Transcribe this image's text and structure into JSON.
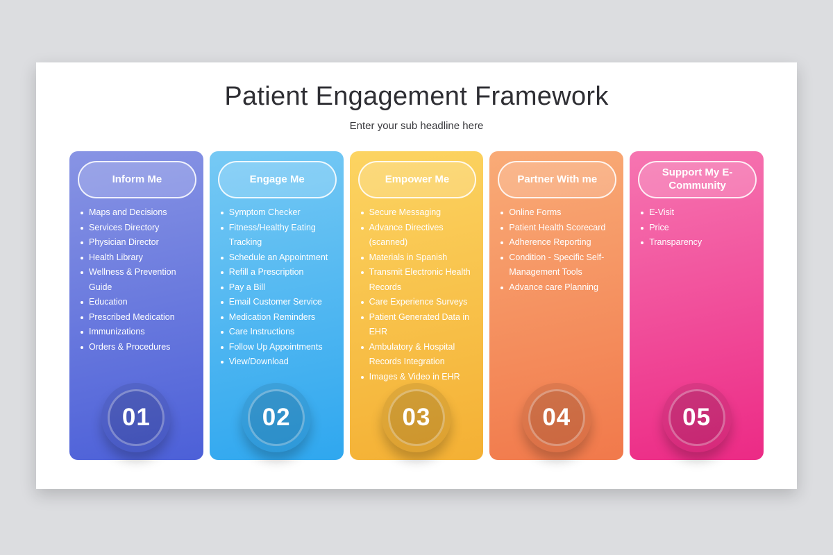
{
  "slide": {
    "title": "Patient Engagement Framework",
    "subtitle": "Enter your sub headline here"
  },
  "columns": [
    {
      "number": "01",
      "title": "Inform Me",
      "color_top": "#8894e4",
      "color_bottom": "#4c60d8",
      "items": [
        "Maps and Decisions",
        "Services Directory",
        "Physician Director",
        "Health Library",
        "Wellness & Prevention Guide",
        "Education",
        "Prescribed Medication",
        "Immunizations",
        "Orders & Procedures"
      ]
    },
    {
      "number": "02",
      "title": "Engage Me",
      "color_top": "#76c9f4",
      "color_bottom": "#2fa7ef",
      "items": [
        "Symptom Checker",
        "Fitness/Healthy Eating Tracking",
        "Schedule an Appointment",
        "Refill a Prescription",
        "Pay a Bill",
        "Email Customer Service",
        "Medication Reminders",
        "Care Instructions",
        "Follow Up Appointments",
        "View/Download"
      ]
    },
    {
      "number": "03",
      "title": "Empower Me",
      "color_top": "#fcd462",
      "color_bottom": "#f4b034",
      "items": [
        "Secure Messaging",
        "Advance Directives (scanned)",
        "Materials in Spanish",
        "Transmit Electronic Health Records",
        "Care Experience Surveys",
        "Patient Generated Data in EHR",
        "Ambulatory & Hospital Records Integration",
        "Images & Video in EHR"
      ]
    },
    {
      "number": "04",
      "title": "Partner With me",
      "color_top": "#f9ab77",
      "color_bottom": "#f1794b",
      "items": [
        "Online Forms",
        "Patient Health Scorecard",
        "Adherence Reporting",
        "Condition - Specific Self-Management Tools",
        "Advance care Planning"
      ]
    },
    {
      "number": "05",
      "title": "Support My E-Community",
      "color_top": "#f675b1",
      "color_bottom": "#ec2a85",
      "items": [
        "E-Visit",
        "Price",
        "Transparency"
      ]
    }
  ]
}
